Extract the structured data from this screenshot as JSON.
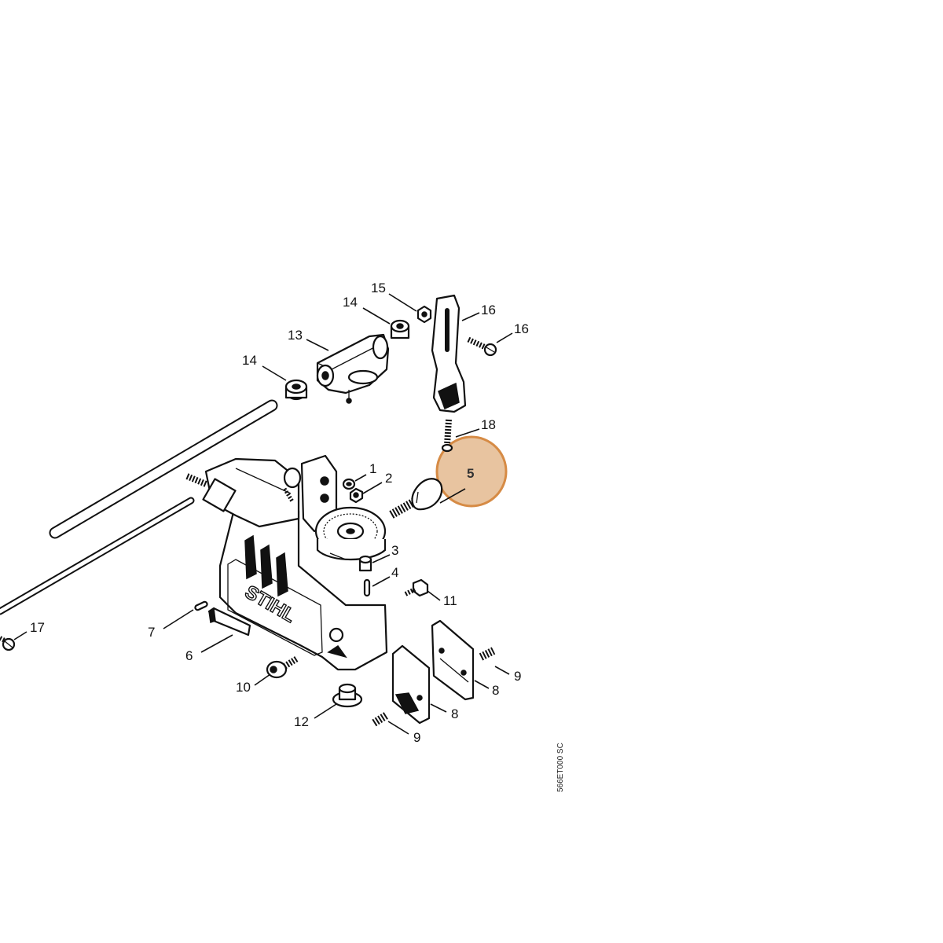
{
  "diagram": {
    "drawing_code": "566ET000 SC",
    "brand_mark": "STIHL",
    "highlight_color": "#e8c4a0",
    "highlight_ring_color": "#d68b45",
    "callouts": [
      {
        "id": "c1",
        "label": "1"
      },
      {
        "id": "c2",
        "label": "2"
      },
      {
        "id": "c3",
        "label": "3"
      },
      {
        "id": "c4",
        "label": "4"
      },
      {
        "id": "c5",
        "label": "5",
        "highlighted": true
      },
      {
        "id": "c6",
        "label": "6"
      },
      {
        "id": "c7",
        "label": "7"
      },
      {
        "id": "c8a",
        "label": "8"
      },
      {
        "id": "c8b",
        "label": "8"
      },
      {
        "id": "c9a",
        "label": "9"
      },
      {
        "id": "c9b",
        "label": "9"
      },
      {
        "id": "c10",
        "label": "10"
      },
      {
        "id": "c11",
        "label": "11"
      },
      {
        "id": "c12",
        "label": "12"
      },
      {
        "id": "c13",
        "label": "13"
      },
      {
        "id": "c14a",
        "label": "14"
      },
      {
        "id": "c14b",
        "label": "14"
      },
      {
        "id": "c15",
        "label": "15"
      },
      {
        "id": "c16a",
        "label": "16"
      },
      {
        "id": "c16b",
        "label": "16"
      },
      {
        "id": "c17",
        "label": "17"
      },
      {
        "id": "c18",
        "label": "18"
      }
    ]
  }
}
